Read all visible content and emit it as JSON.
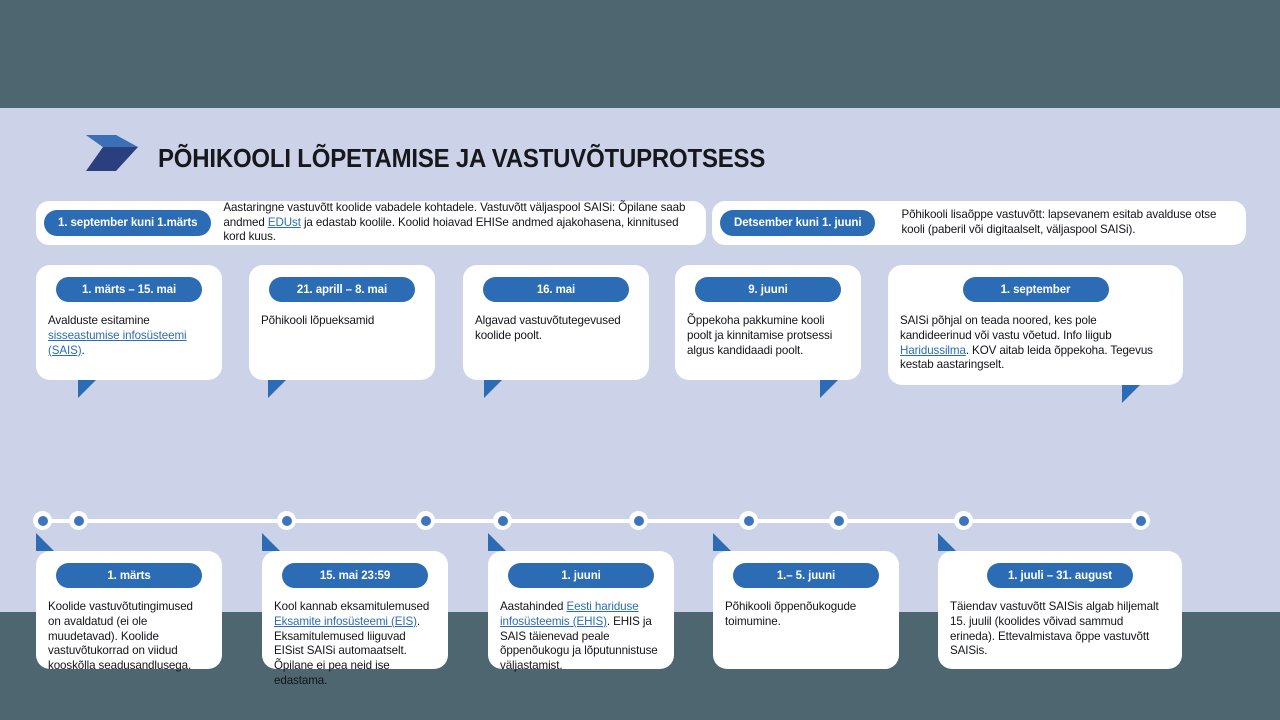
{
  "colors": {
    "frame": "#4d6670",
    "stage": "#ccd2e8",
    "accent": "#2b6cb5",
    "accent_light": "#3d74bc",
    "logo_top": "#3b6fb6",
    "logo_bottom": "#2b3f7e",
    "card": "#ffffff",
    "text": "#111318"
  },
  "header": {
    "title": "PÕHIKOOLI LÕPETAMISE JA VASTUVÕTUPROTSESS",
    "logo_icon": "chevron-arrow-logo"
  },
  "notes": [
    {
      "pill": "1. september kuni 1.märts",
      "text_before": "Aastaringne vastuvõtt koolide vabadele kohtadele. Vastuvõtt väljaspool SAISi: Õpilane saab andmed ",
      "link": "EDUst",
      "text_after": " ja edastab koolile. Koolid hoiavad EHISe andmed ajakohasena, kinnitused kord kuus."
    },
    {
      "pill": "Detsember kuni 1. juuni",
      "text_before": "Põhikooli lisaõppe vastuvõtt: lapsevanem esitab avalduse otse kooli (paberil või digitaalselt, väljaspool SAISi).",
      "link": "",
      "text_after": ""
    }
  ],
  "top_cards": [
    {
      "pill": "1. märts – 15. mai",
      "text_before": "Avalduste esitamine ",
      "link": "sisseastumise infosüsteemi (SAIS)",
      "text_after": "."
    },
    {
      "pill": "21. aprill – 8. mai",
      "text_before": "Põhikooli lõpueksamid",
      "link": "",
      "text_after": ""
    },
    {
      "pill": "16. mai",
      "text_before": "Algavad vastuvõtutegevused koolide poolt.",
      "link": "",
      "text_after": ""
    },
    {
      "pill": "9. juuni",
      "text_before": "Õppekoha pakkumine kooli poolt ja kinnitamise protsessi algus kandidaadi poolt.",
      "link": "",
      "text_after": ""
    },
    {
      "pill": "1. september",
      "text_before": "SAISi põhjal on teada noored, kes pole kandideerinud või vastu võetud. Info liigub ",
      "link": "Haridussilma",
      "text_after": ". KOV aitab leida õppekoha. Tegevus kestab aastaringselt."
    }
  ],
  "bottom_cards": [
    {
      "pill": "1. märts",
      "text_before": "Koolide vastuvõtutingimused on avaldatud (ei ole muudetavad). Koolide vastuvõtukorrad on viidud kooskõlla seadusandlusega.",
      "link": "",
      "text_after": ""
    },
    {
      "pill": "15. mai 23:59",
      "text_before": "Kool kannab eksamitulemused ",
      "link": "Eksamite infosüsteemi (EIS)",
      "text_after": ". Eksamitulemused liiguvad EISist SAISi automaatselt. Õpilane ei pea neid ise edastama."
    },
    {
      "pill": "1. juuni",
      "text_before": "Aastahinded ",
      "link": "Eesti hariduse infosüsteemis (EHIS)",
      "text_after": ". EHIS ja SAIS täienevad peale õppenõukogu ja lõputunnistuse väljastamist."
    },
    {
      "pill": "1.– 5. juuni",
      "text_before": "Põhikooli õppenõukogude toimumine.",
      "link": "",
      "text_after": ""
    },
    {
      "pill": "1. juuli – 31. august",
      "text_before": "Täiendav vastuvõtt SAISis algab hiljemalt 15. juulil (koolides võivad sammud erineda). Ettevalmistava õppe vastuvõtt SAISis.",
      "link": "",
      "text_after": ""
    }
  ],
  "timeline": {
    "dot_count": 10,
    "dot_positions": [
      42,
      78,
      286,
      425,
      502,
      638,
      748,
      838,
      963,
      1140
    ]
  }
}
